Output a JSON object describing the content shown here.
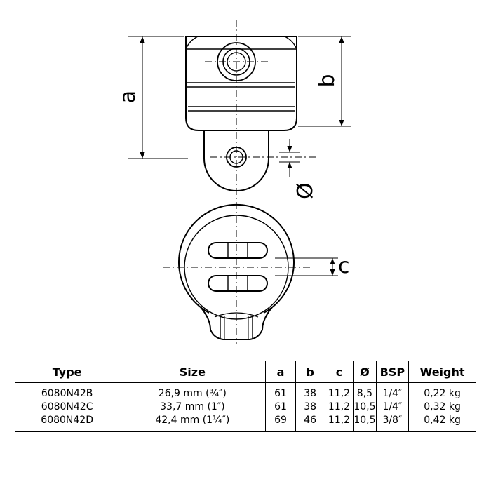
{
  "dimensions": {
    "a": "a",
    "b": "b",
    "diameter": "Ø",
    "c": "c"
  },
  "table": {
    "headers": [
      "Type",
      "Size",
      "a",
      "b",
      "c",
      "Ø",
      "BSP",
      "Weight"
    ],
    "rows": [
      [
        "6080N42B",
        "26,9 mm (¾″)",
        "61",
        "38",
        "11,2",
        "8,5",
        "1/4″",
        "0,22 kg"
      ],
      [
        "6080N42C",
        "33,7 mm (1″)",
        "61",
        "38",
        "11,2",
        "10,5",
        "1/4″",
        "0,32 kg"
      ],
      [
        "6080N42D",
        "42,4 mm (1¼″)",
        "69",
        "46",
        "11,2",
        "10,5",
        "3/8″",
        "0,42 kg"
      ]
    ]
  }
}
